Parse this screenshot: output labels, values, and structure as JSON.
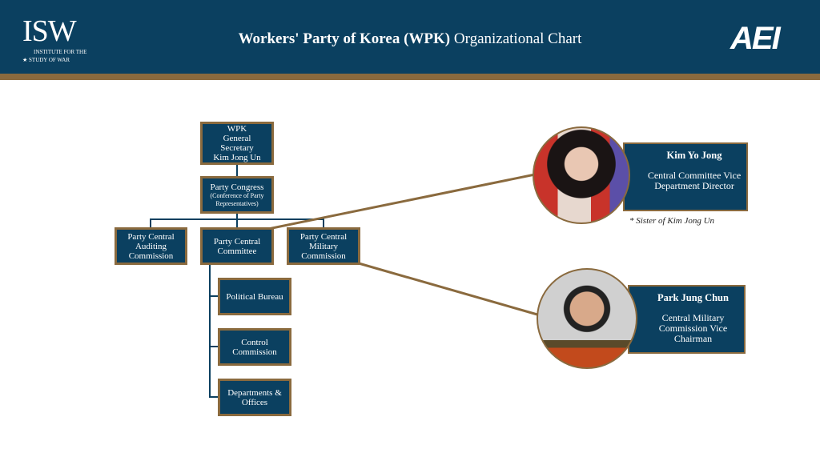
{
  "header": {
    "title_bold": "Workers' Party of Korea (WPK)",
    "title_rest": "Organizational Chart",
    "isw_logo": "ISW",
    "isw_sub1": "INSTITUTE FOR THE",
    "isw_sub2": "STUDY OF WAR",
    "aei_logo": "AEI"
  },
  "org": {
    "general_secretary": [
      "WPK",
      "General",
      "Secretary",
      "Kim Jong Un"
    ],
    "party_congress": "Party Congress",
    "party_congress_sub": "(Conference of Party Representatives)",
    "auditing": "Party Central Auditing Commission",
    "central_committee": "Party Central Committee",
    "military": "Party Central Military Commission",
    "political_bureau": "Political Bureau",
    "control": "Control Commission",
    "departments": "Departments & Offices"
  },
  "people": [
    {
      "name": "Kim Yo Jong",
      "role": "Central Committee Vice Department Director",
      "note": "* Sister of Kim Jong Un"
    },
    {
      "name": "Park Jung Chun",
      "role": "Central Military Commission Vice Chairman"
    }
  ],
  "colors": {
    "navy": "#0b4060",
    "gold": "#8a6a3e"
  }
}
